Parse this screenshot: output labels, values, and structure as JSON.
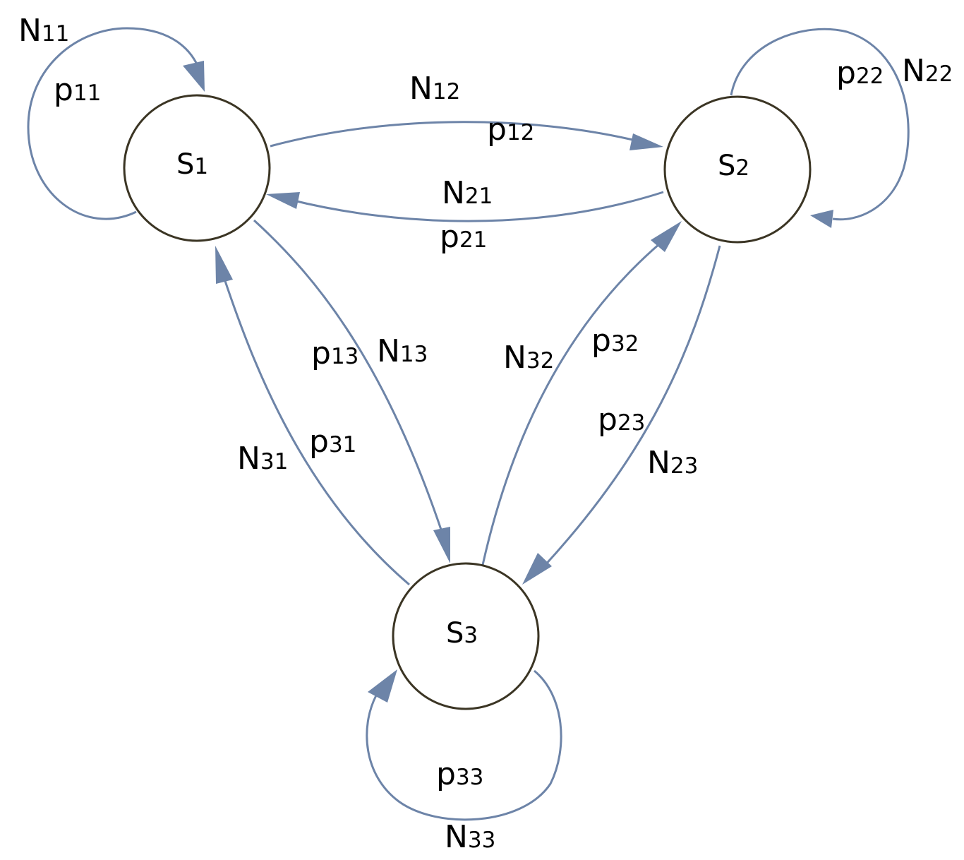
{
  "states": {
    "s1": {
      "main": "S",
      "sub": "1"
    },
    "s2": {
      "main": "S",
      "sub": "2"
    },
    "s3": {
      "main": "S",
      "sub": "3"
    }
  },
  "labels": {
    "n11": {
      "main": "N",
      "sub": "11"
    },
    "p11": {
      "main": "p",
      "sub": "11"
    },
    "n12": {
      "main": "N",
      "sub": "12"
    },
    "p12": {
      "main": "p",
      "sub": "12"
    },
    "n21": {
      "main": "N",
      "sub": "21"
    },
    "p21": {
      "main": "p",
      "sub": "21"
    },
    "n22": {
      "main": "N",
      "sub": "22"
    },
    "p22": {
      "main": "p",
      "sub": "22"
    },
    "n13": {
      "main": "N",
      "sub": "13"
    },
    "p13": {
      "main": "p",
      "sub": "13"
    },
    "n31": {
      "main": "N",
      "sub": "31"
    },
    "p31": {
      "main": "p",
      "sub": "31"
    },
    "n32": {
      "main": "N",
      "sub": "32"
    },
    "p32": {
      "main": "p",
      "sub": "32"
    },
    "n23": {
      "main": "N",
      "sub": "23"
    },
    "p23": {
      "main": "p",
      "sub": "23"
    },
    "n33": {
      "main": "N",
      "sub": "33"
    },
    "p33": {
      "main": "p",
      "sub": "33"
    }
  },
  "colors": {
    "edge": "#6d84a8",
    "state_border": "#3b3524"
  }
}
